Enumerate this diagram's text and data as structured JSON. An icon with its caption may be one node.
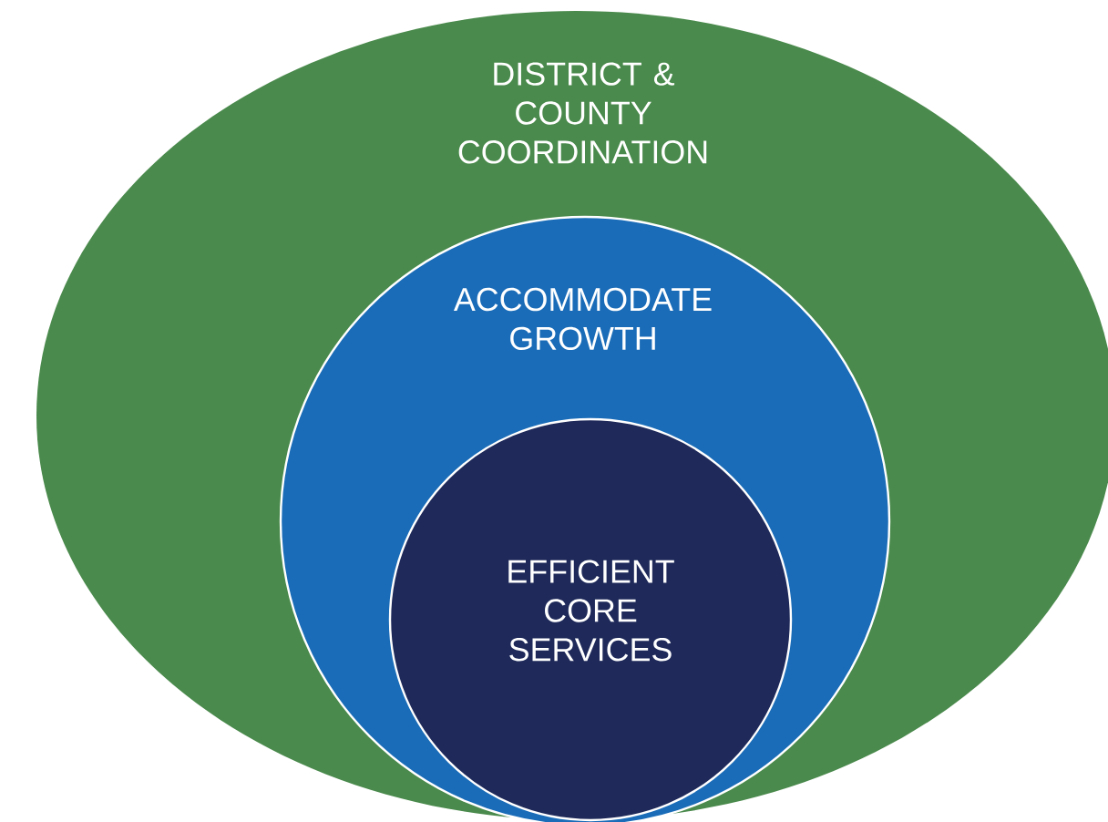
{
  "diagram": {
    "nodes": [
      {
        "text": [
          "DISTRICT & COUNTY COORDINATION"
        ]
      },
      {
        "text": [
          "ACCOMMODATE GROWTH"
        ],
        "in": 0
      },
      {
        "text": [
          "EFFICIENT CORE SERVICES"
        ],
        "in": 1
      }
    ]
  }
}
